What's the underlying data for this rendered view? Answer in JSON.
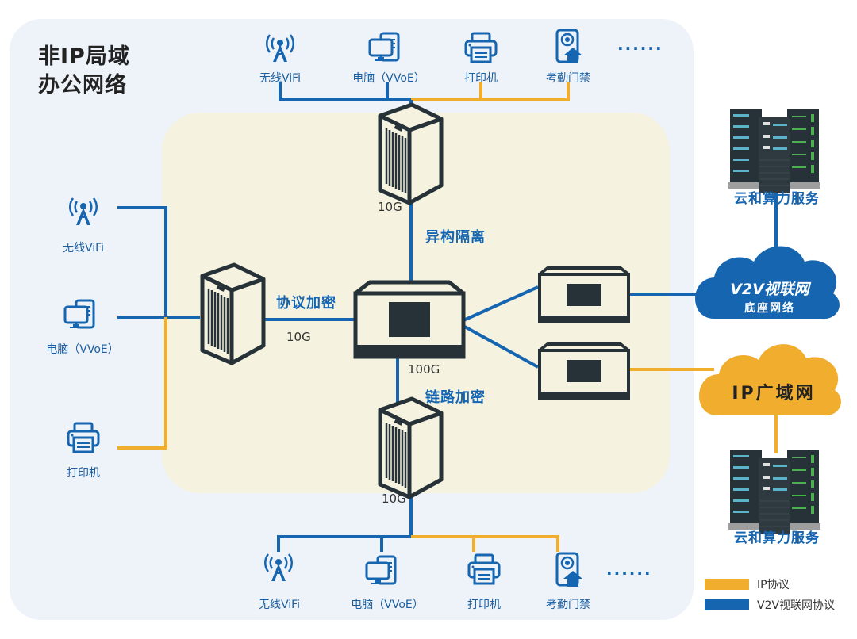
{
  "title": {
    "line1": "非IP局域",
    "line2": "办公网络"
  },
  "colors": {
    "ip": "#f0ad2e",
    "v2v": "#1565b0",
    "outer_bg": "#eef2f9",
    "inner_bg": "#f5f3e0",
    "device_dark": "#263238"
  },
  "top_devices": [
    {
      "icon": "wifi-tower-icon",
      "label": "无线ViFi",
      "protocol": "v2v"
    },
    {
      "icon": "computer-icon",
      "label": "电脑（VVoE）",
      "protocol": "v2v"
    },
    {
      "icon": "printer-icon",
      "label": "打印机",
      "protocol": "ip"
    },
    {
      "icon": "access-control-icon",
      "label": "考勤门禁",
      "protocol": "ip"
    }
  ],
  "top_more": "......",
  "left_devices": [
    {
      "icon": "wifi-tower-icon",
      "label": "无线ViFi",
      "protocol": "v2v"
    },
    {
      "icon": "computer-icon",
      "label": "电脑（VVoE）",
      "protocol": "v2v"
    },
    {
      "icon": "printer-icon",
      "label": "打印机",
      "protocol": "ip"
    }
  ],
  "bottom_devices": [
    {
      "icon": "wifi-tower-icon",
      "label": "无线ViFi",
      "protocol": "v2v"
    },
    {
      "icon": "computer-icon",
      "label": "电脑（VVoE）",
      "protocol": "v2v"
    },
    {
      "icon": "printer-icon",
      "label": "打印机",
      "protocol": "ip"
    },
    {
      "icon": "access-control-icon",
      "label": "考勤门禁",
      "protocol": "ip"
    }
  ],
  "bottom_more": "......",
  "links": {
    "top": {
      "speed": "10G",
      "tag": "异构隔离"
    },
    "left": {
      "speed": "10G",
      "tag": "协议加密"
    },
    "bottom": {
      "speed": "10G",
      "tag": "链路加密"
    },
    "core": {
      "speed": "100G"
    }
  },
  "clouds": {
    "v2v": {
      "brand": "V2V视联网",
      "sub": "底座网络"
    },
    "ip": {
      "label": "IP广域网"
    }
  },
  "services": {
    "top": "云和算力服务",
    "bottom": "云和算力服务"
  },
  "legend": [
    {
      "label": "IP协议",
      "protocol": "ip"
    },
    {
      "label": "V2V视联网协议",
      "protocol": "v2v"
    }
  ]
}
